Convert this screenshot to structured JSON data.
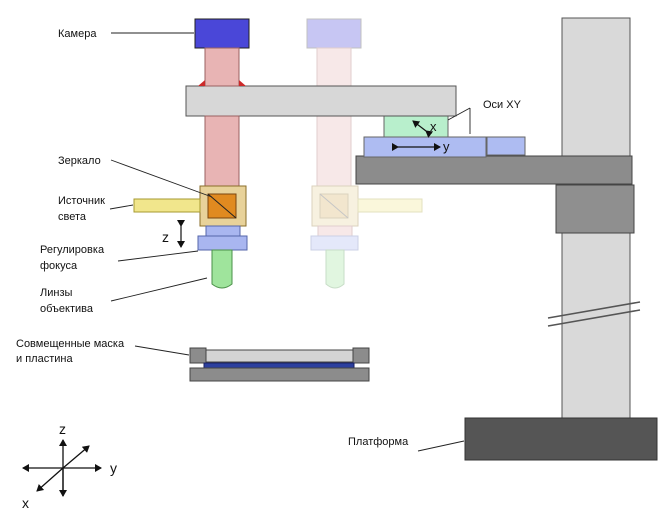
{
  "labels": {
    "camera": "Камера",
    "mirror": "Зеркало",
    "light_source_line1": "Источник",
    "light_source_line2": "света",
    "focus_line1": "Регулировка",
    "focus_line2": "фокуса",
    "lens_line1": "Линзы",
    "lens_line2": "объектива",
    "mask_line1": "Совмещенные маска",
    "mask_line2": "и пластина",
    "xy_axes": "Оси XY",
    "platform": "Платформа"
  },
  "axes": {
    "z_focus": "z",
    "stage_x": "x",
    "stage_y": "y",
    "triad_z": "z",
    "triad_y": "y",
    "triad_x": "x"
  },
  "colors": {
    "camera": "#4a47d8",
    "tube": "#e8b4b4",
    "mirror_box": "#e8d29a",
    "mirror": "#e08a20",
    "light_arm": "#f1e68c",
    "focus_block": "#a9b6f0",
    "lens": "#9fe49c",
    "frame": "#d0d0d0",
    "platform": "#555555",
    "stage_y": "#aebcf2",
    "stage_x": "#b8efcc",
    "plate": "#2c3f9e"
  }
}
